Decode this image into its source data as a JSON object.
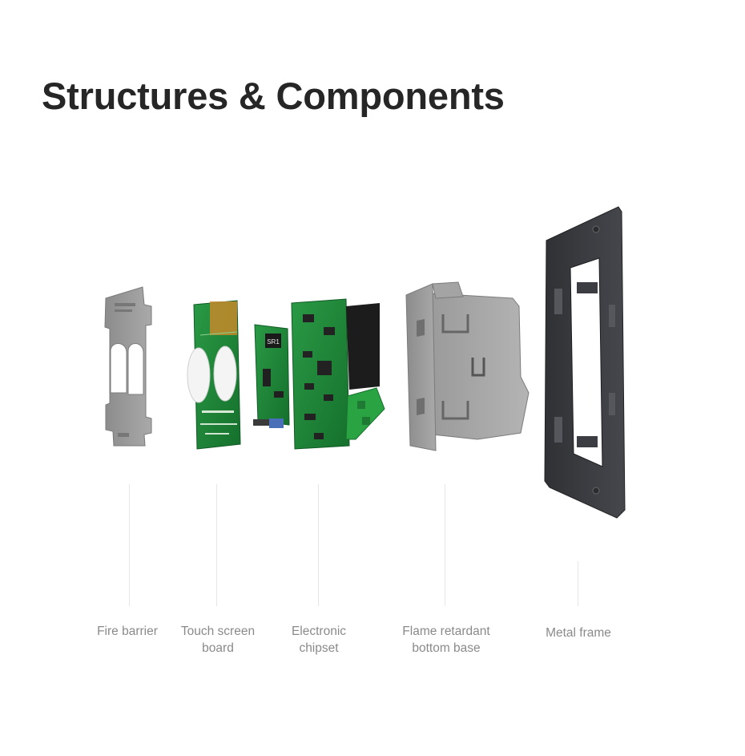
{
  "title": "Structures & Components",
  "components": [
    {
      "id": "fire-barrier",
      "lines": [
        "Fire barrier"
      ]
    },
    {
      "id": "touch-screen-board",
      "lines": [
        "Touch screen",
        "board"
      ]
    },
    {
      "id": "electronic-chipset",
      "lines": [
        "Electronic",
        "chipset"
      ]
    },
    {
      "id": "flame-retardant-bottom-base",
      "lines": [
        "Flame retardant",
        "bottom base"
      ]
    },
    {
      "id": "metal-frame",
      "lines": [
        "Metal frame"
      ]
    }
  ],
  "pcb_silkscreen": [
    "SR1"
  ],
  "colors": {
    "title": "#262626",
    "label": "#8a8a8a",
    "leader": "#e6e6e6",
    "grey_plastic": "#9a9a9a",
    "pcb_green": "#1f8a3a",
    "metal_frame": "#3b3d42"
  }
}
